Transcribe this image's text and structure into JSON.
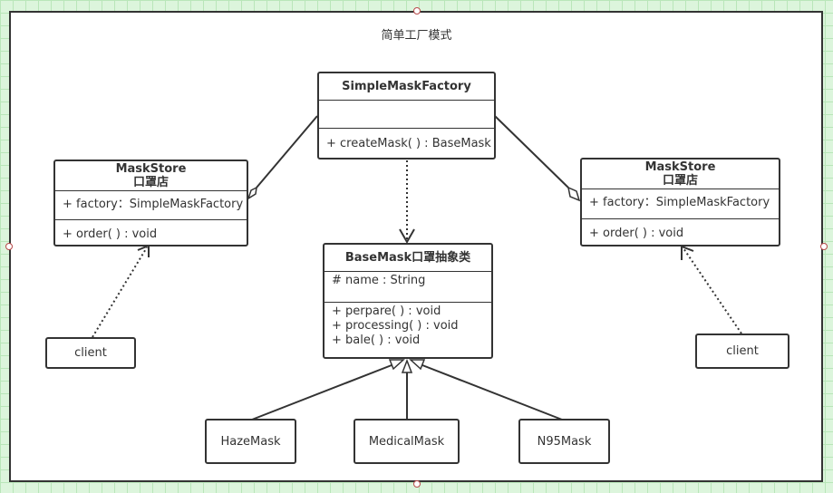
{
  "diagram": {
    "title": "简单工厂模式",
    "factory": {
      "name": "SimpleMaskFactory",
      "operations": [
        "+ createMask( ) : BaseMask"
      ]
    },
    "store_left": {
      "name_line1": "MaskStore",
      "name_line2": "口罩店",
      "attribute": "+ factory：SimpleMaskFactory",
      "operation": "+ order( ) : void"
    },
    "store_right": {
      "name_line1": "MaskStore",
      "name_line2": "口罩店",
      "attribute": "+ factory：SimpleMaskFactory",
      "operation": "+ order( ) : void"
    },
    "base_mask": {
      "name": "BaseMask口罩抽象类",
      "attribute": "# name : String",
      "operations": [
        "+ perpare( ) : void",
        "+ processing( ) : void",
        "+ bale( ) : void"
      ]
    },
    "client_left": "client",
    "client_right": "client",
    "subclasses": [
      "HazeMask",
      "MedicalMask",
      "N95Mask"
    ],
    "colors": {
      "line": "#333333",
      "grid": "#b9e6b9",
      "background": "#dcf5dc",
      "handle": "#b84a4a"
    }
  }
}
